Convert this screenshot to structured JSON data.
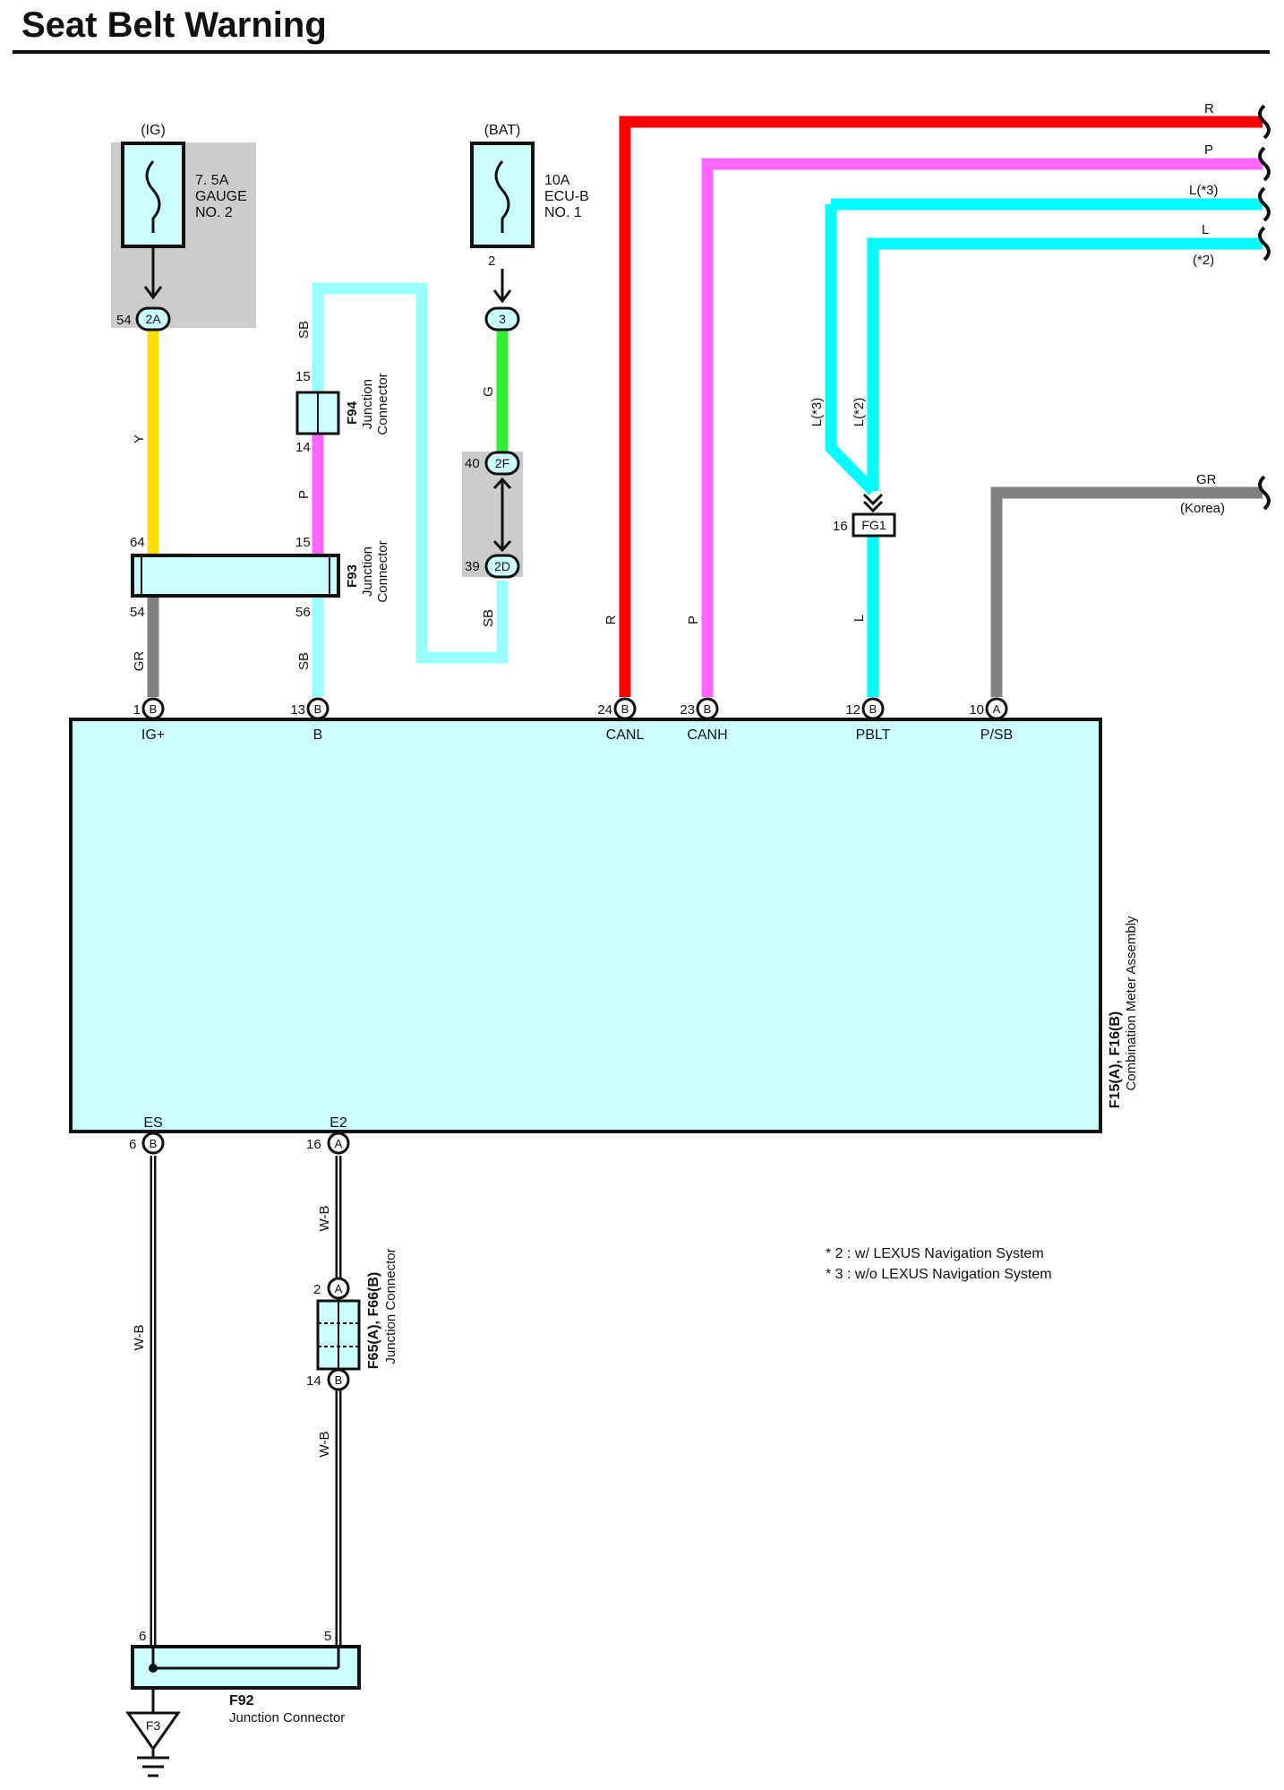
{
  "title": "Seat Belt Warning",
  "colors": {
    "R": "#ff0000",
    "P": "#ff66ff",
    "L": "#00ffff",
    "SB": "#99ffff",
    "G": "#33ee33",
    "Y": "#ffdd00",
    "GR": "#808080",
    "component_fill": "#ccffff",
    "shade": "#cccccc"
  },
  "fuses": {
    "ig": {
      "source": "(IG)",
      "rating": "7. 5A",
      "name1": "GAUGE",
      "name2": "NO. 2",
      "connector_pin": "54",
      "connector": "2A"
    },
    "bat": {
      "source": "(BAT)",
      "rating": "10A",
      "name1": "ECU-B",
      "name2": "NO. 1",
      "pin": "2",
      "connector": "3"
    }
  },
  "connectors": {
    "c2F": {
      "pin": "40",
      "label": "2F"
    },
    "c2D": {
      "pin": "39",
      "label": "2D"
    },
    "fg1": {
      "pin": "16",
      "label": "FG1"
    },
    "f94": {
      "code": "F94",
      "name1": "Junction",
      "name2": "Connector",
      "pin_top": "15",
      "pin_bottom": "14"
    },
    "f93": {
      "code": "F93",
      "name1": "Junction",
      "name2": "Connector",
      "pin_tl": "64",
      "pin_tr": "15",
      "pin_bl": "54",
      "pin_br": "56"
    },
    "f65": {
      "code": "F65(A), F66(B)",
      "name": "Junction Connector",
      "pin_top": "2",
      "label_top": "A",
      "pin_bottom": "14",
      "label_bottom": "B"
    },
    "f92": {
      "code": "F92",
      "name": "Junction Connector",
      "pin_left": "6",
      "pin_right": "5"
    },
    "ground": {
      "label": "F3"
    }
  },
  "meter": {
    "code": "F15(A), F16(B)",
    "name": "Combination Meter Assembly",
    "top_terminals": [
      {
        "pin": "1",
        "conn": "B",
        "name": "IG+"
      },
      {
        "pin": "13",
        "conn": "B",
        "name": "B"
      },
      {
        "pin": "24",
        "conn": "B",
        "name": "CANL"
      },
      {
        "pin": "23",
        "conn": "B",
        "name": "CANH"
      },
      {
        "pin": "12",
        "conn": "B",
        "name": "PBLT"
      },
      {
        "pin": "10",
        "conn": "A",
        "name": "P/SB"
      }
    ],
    "bottom_terminals": [
      {
        "pin": "6",
        "conn": "B",
        "name": "ES"
      },
      {
        "pin": "16",
        "conn": "A",
        "name": "E2"
      }
    ]
  },
  "wires": {
    "y": "Y",
    "gr_left": "GR",
    "sb_top": "SB",
    "p_mid": "P",
    "sb_low": "SB",
    "g": "G",
    "sb_right": "SB",
    "r": "R",
    "p": "P",
    "l3": "L(*3)",
    "l2": "L(*2)",
    "l": "L",
    "wb_left": "W-B",
    "wb_upper": "W-B",
    "wb_lower": "W-B"
  },
  "offpage": [
    {
      "color": "R",
      "label": "R",
      "sub": ""
    },
    {
      "color": "P",
      "label": "P",
      "sub": ""
    },
    {
      "color": "L",
      "label": "L(*3)",
      "sub": ""
    },
    {
      "color": "L",
      "label": "L",
      "sub": "(*2)"
    },
    {
      "color": "GR",
      "label": "GR",
      "sub": "(Korea)"
    }
  ],
  "notes": [
    "* 2 : w/ LEXUS Navigation System",
    "* 3 : w/o LEXUS Navigation System"
  ]
}
